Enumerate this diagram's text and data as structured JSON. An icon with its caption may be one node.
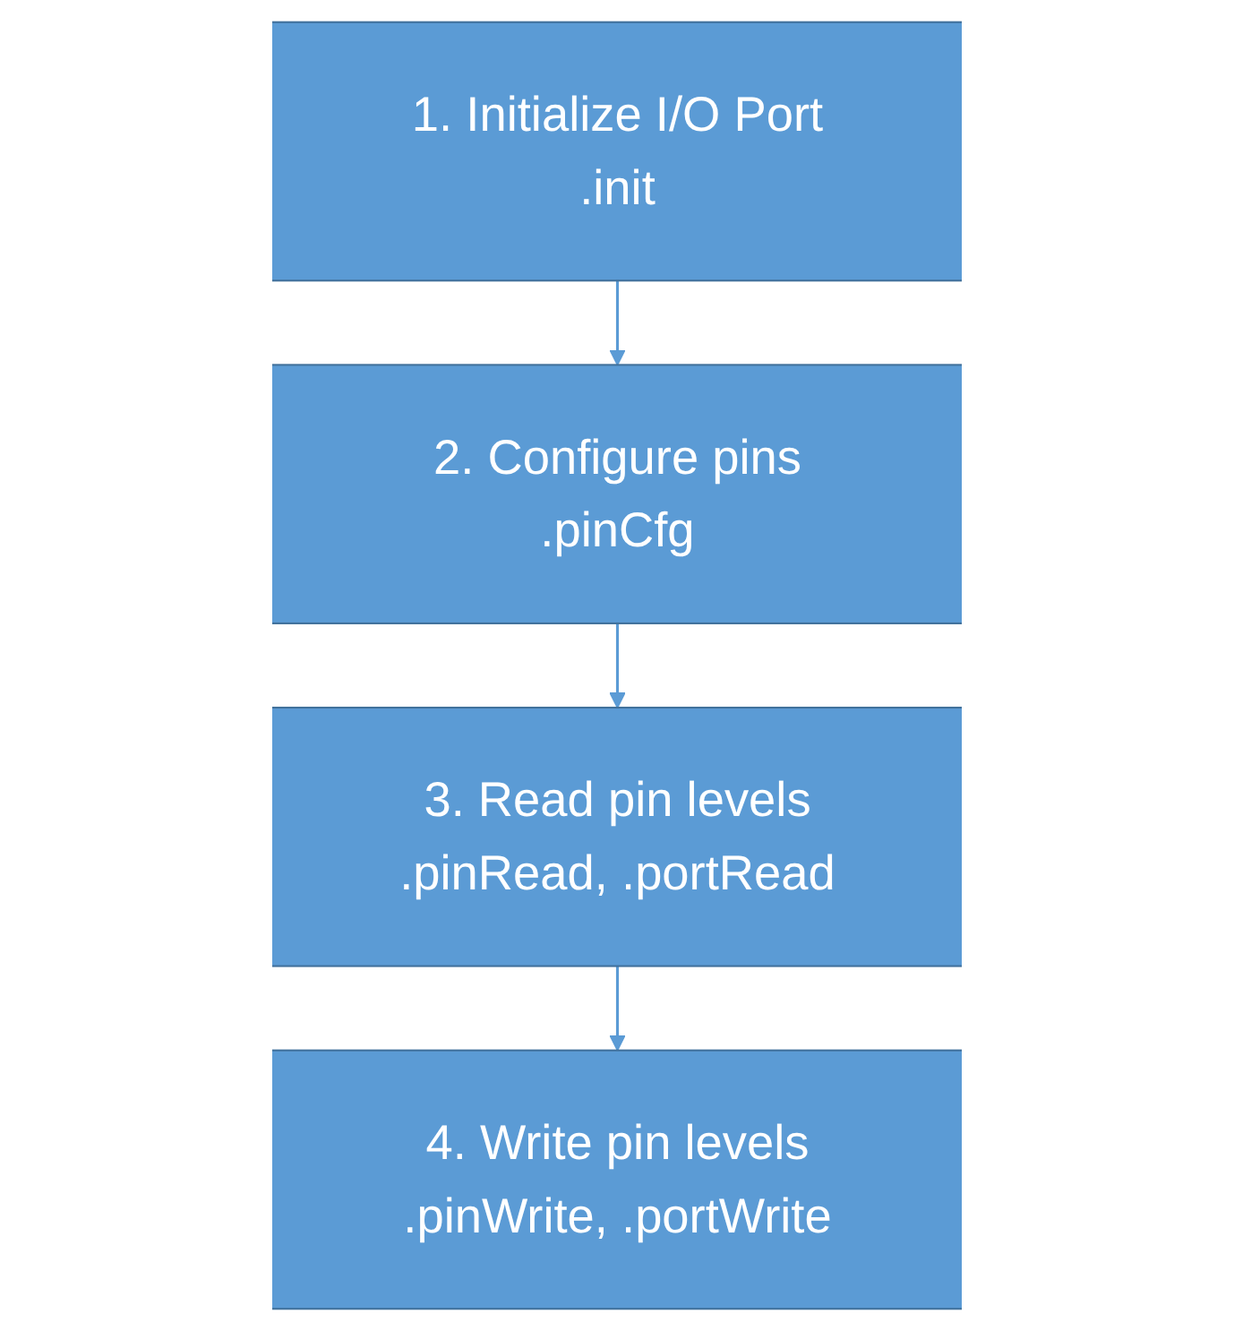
{
  "diagram": {
    "nodes": [
      {
        "text": [
          "1. Initialize I/O Port",
          ".init"
        ]
      },
      {
        "text": [
          "2. Configure pins",
          ".pinCfg"
        ]
      },
      {
        "text": [
          "3. Read pin levels",
          ".pinRead, .portRead"
        ]
      },
      {
        "text": [
          "4. Write pin levels",
          ".pinWrite, .portWrite"
        ]
      }
    ],
    "edges": [
      {
        "from": 0,
        "to": 1,
        "arrow": "to"
      },
      {
        "from": 1,
        "to": 2,
        "arrow": "to"
      },
      {
        "from": 2,
        "to": 3,
        "arrow": "to"
      }
    ]
  }
}
